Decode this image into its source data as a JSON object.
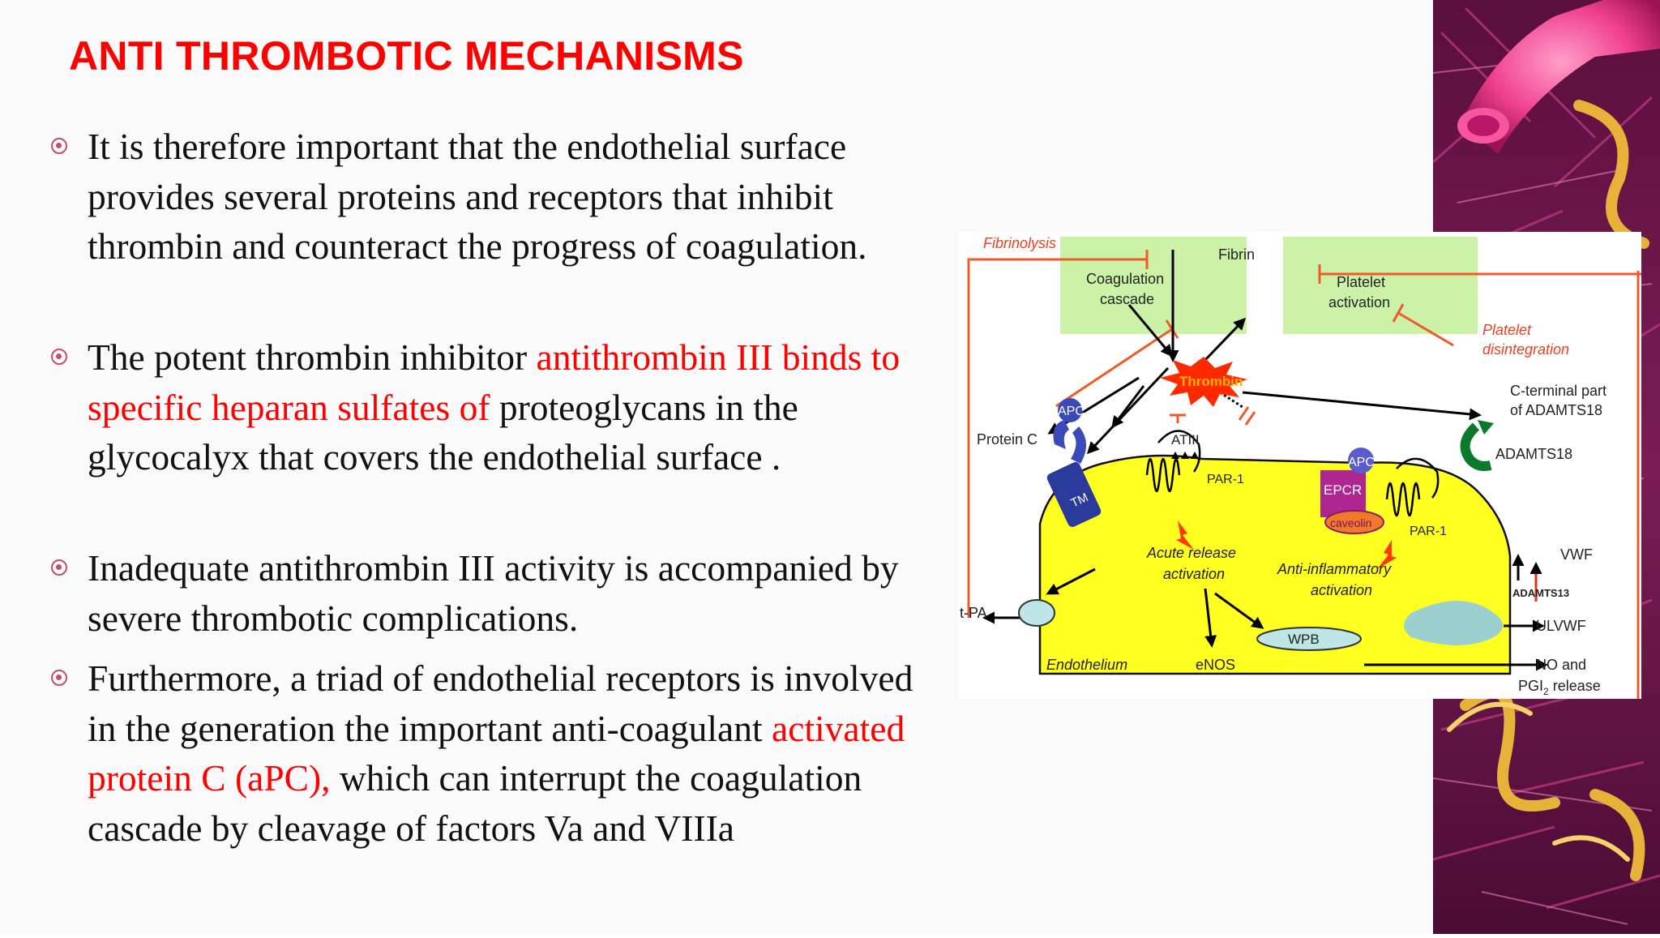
{
  "title": "ANTI THROMBOTIC MECHANISMS",
  "bullets": [
    {
      "text": " It is therefore important that the endothelial surface provides several proteins and receptors that inhibit thrombin and counteract the progress of coagulation."
    },
    {
      "pre": "The potent thrombin inhibitor ",
      "red": "antithrombin III binds to specific heparan sulfates of",
      "post": " proteoglycans in the glycocalyx that covers the endothelial surface ."
    },
    {
      "text": " Inadequate antithrombin III activity is accompanied by severe thrombotic complications."
    },
    {
      "pre": "Furthermore, a triad of endothelial receptors is involved in the generation the important anti-coagulant ",
      "red": "activated protein C (aPC),",
      "post": " which can interrupt the coagulation cascade by cleavage of factors Va and VIIIa"
    }
  ],
  "diagram": {
    "fibrinolysis": "Fibrinolysis",
    "fibrin": "Fibrin",
    "coag1": "Coagulation",
    "coag2": "cascade",
    "plat1": "Platelet",
    "plat2": "activation",
    "disint1": "Platelet",
    "disint2": "disintegration",
    "thrombin": "Thrombin",
    "apc": "APC",
    "protein_c": "Protein C",
    "tm": "TM",
    "atiii": "ATIII",
    "par1": "PAR-1",
    "apc2": "APC",
    "epcr": "EPCR",
    "caveolin": "caveolin",
    "par1b": "PAR-1",
    "cterm1": "C-terminal part",
    "cterm2": "of ADAMTS18",
    "adamts18": "ADAMTS18",
    "acute1": "Acute release",
    "acute2": "activation",
    "antiinf1": "Anti-inflammatory",
    "antiinf2": "activation",
    "vwf": "VWF",
    "adamts13": "ADAMTS13",
    "ulvwf": "ULVWF",
    "tpa": "t-PA",
    "wpb": "WPB",
    "endothelium": "Endothelium",
    "enos": "eNOS",
    "no1": "NO and",
    "no2": "PGI",
    "no2sub": "2",
    "no3": " release"
  }
}
